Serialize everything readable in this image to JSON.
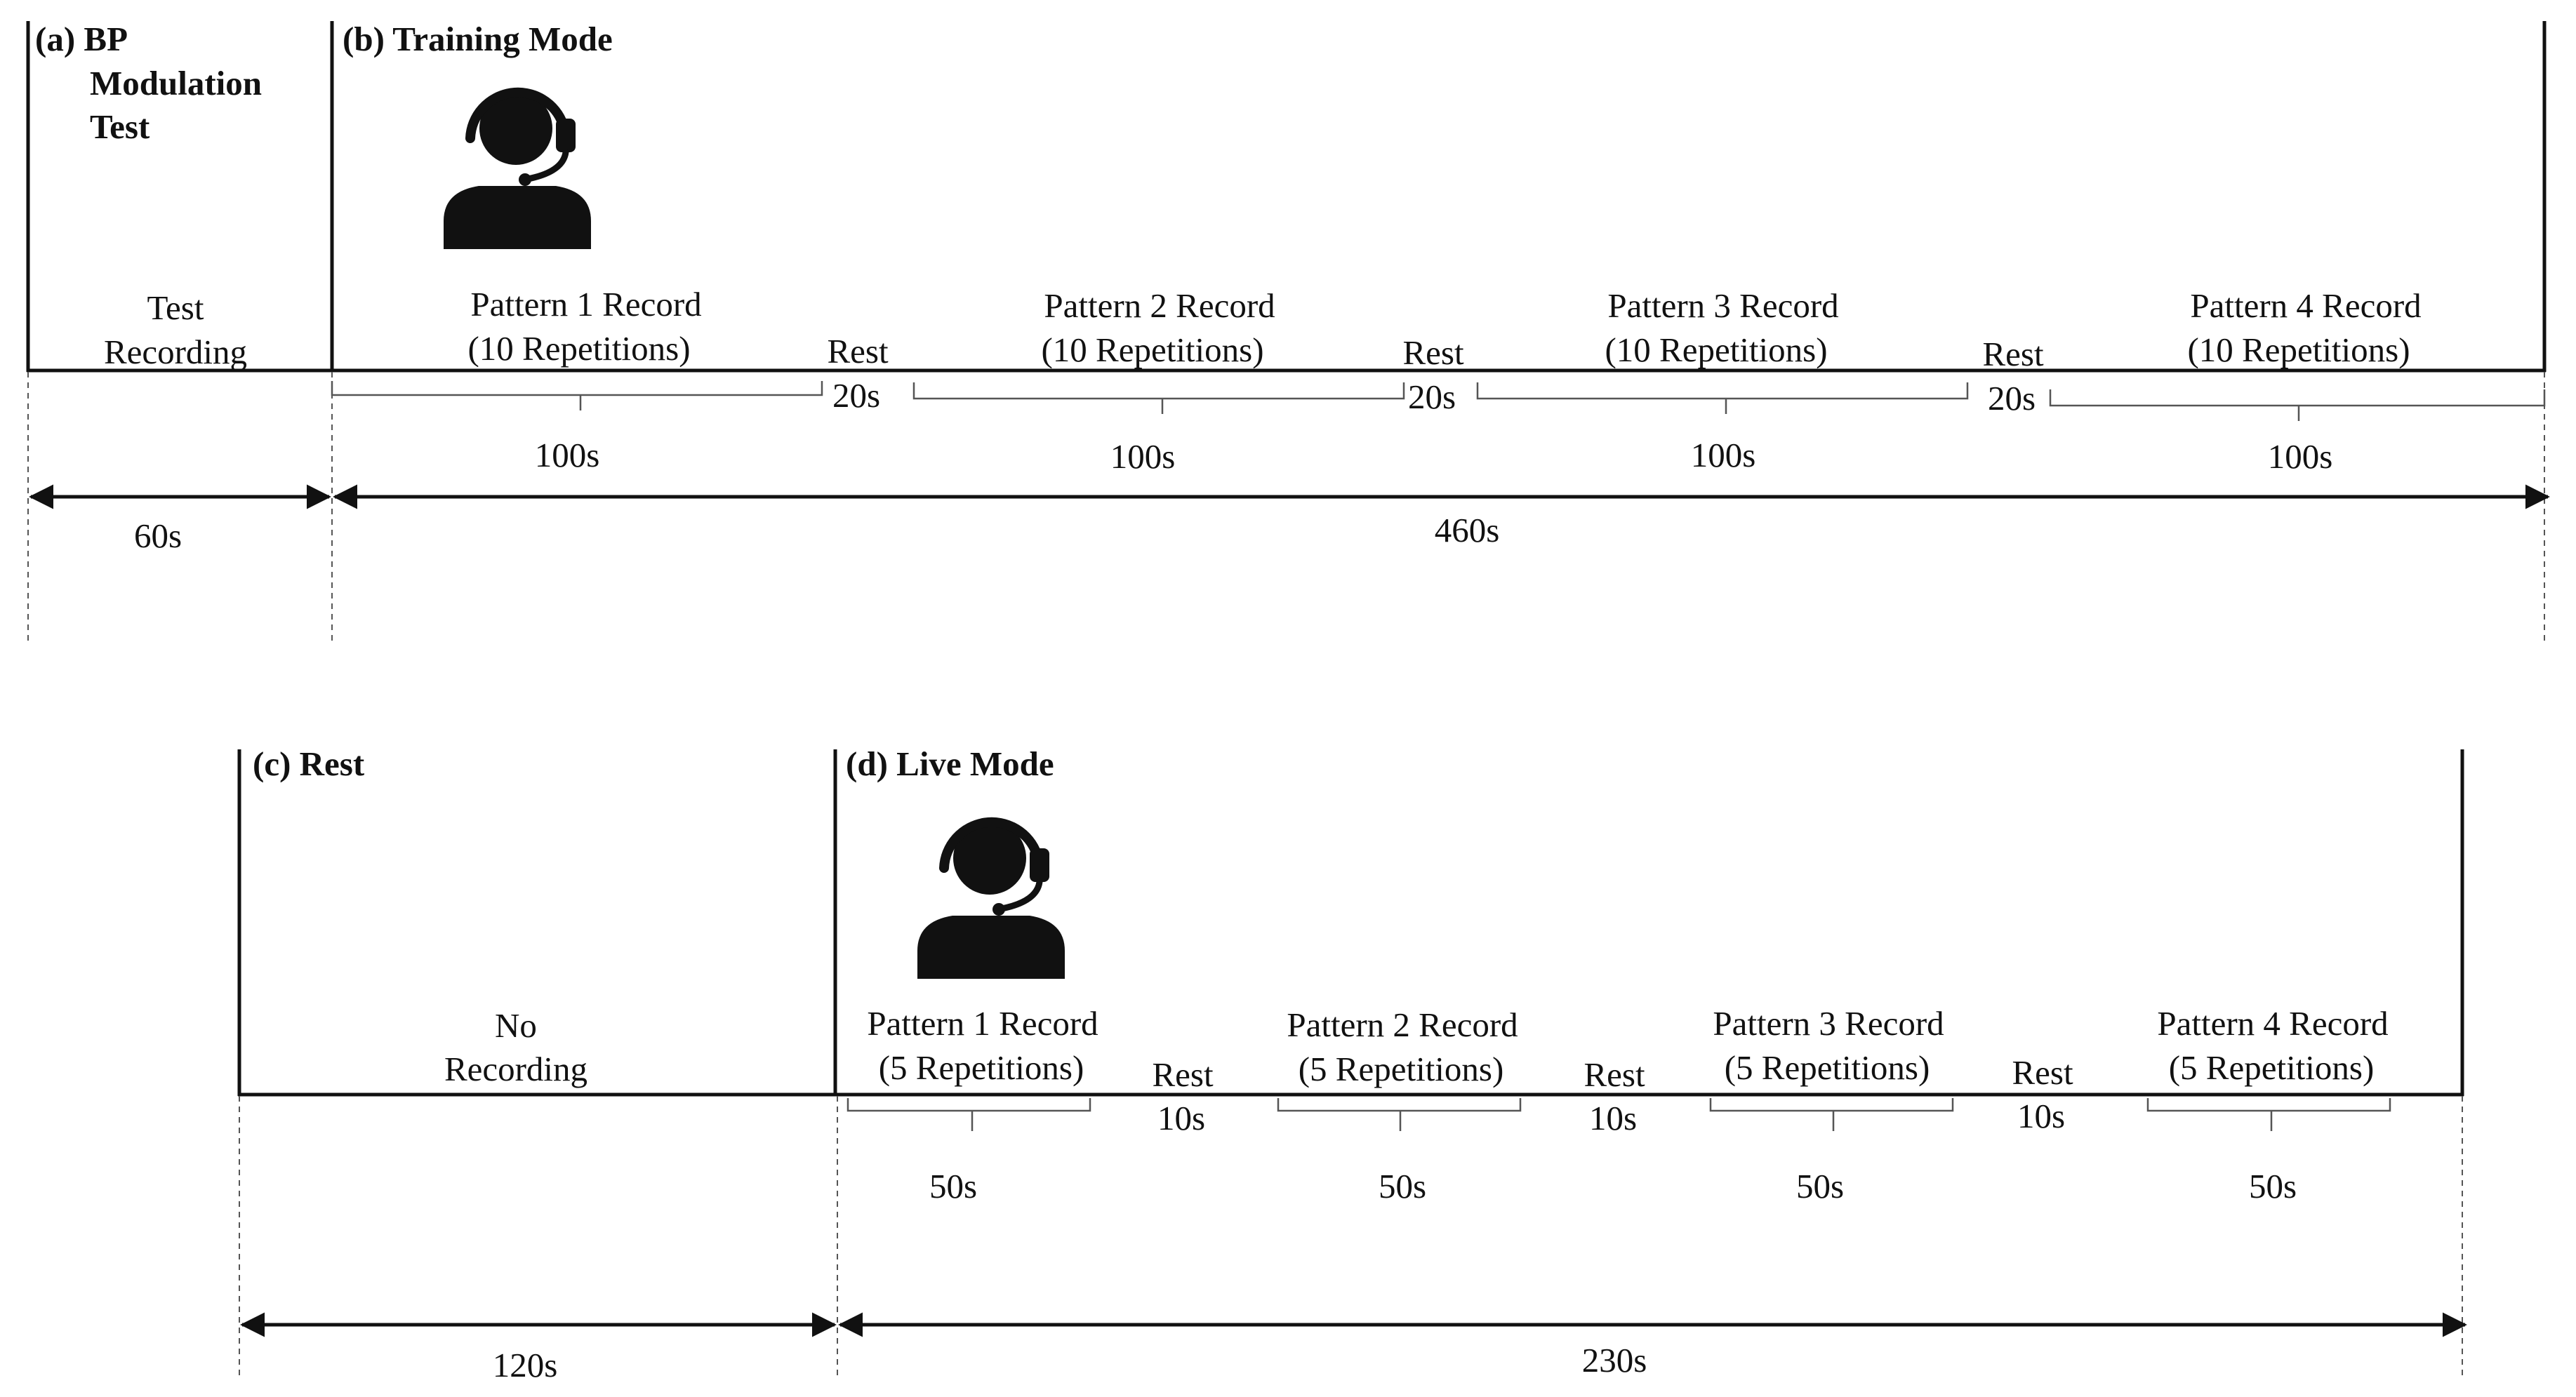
{
  "top": {
    "panel_a": {
      "heading_lines": [
        "(a) BP",
        "Modulation",
        "Test"
      ],
      "label_lines": [
        "Test",
        "Recording"
      ],
      "duration": "60s"
    },
    "panel_b": {
      "heading": "(b) Training Mode",
      "icon": "support-agent-headset-icon",
      "patterns": [
        {
          "lines": [
            "Pattern 1 Record",
            "(10 Repetitions)"
          ],
          "duration": "100s"
        },
        {
          "lines": [
            "Pattern 2 Record",
            "(10 Repetitions)"
          ],
          "duration": "100s"
        },
        {
          "lines": [
            "Pattern 3 Record",
            "(10 Repetitions)"
          ],
          "duration": "100s"
        },
        {
          "lines": [
            "Pattern 4 Record",
            "(10 Repetitions)"
          ],
          "duration": "100s"
        }
      ],
      "rests": [
        {
          "label": "Rest",
          "duration": "20s"
        },
        {
          "label": "Rest",
          "duration": "20s"
        },
        {
          "label": "Rest",
          "duration": "20s"
        }
      ],
      "duration": "460s"
    }
  },
  "bottom": {
    "panel_c": {
      "heading": "(c) Rest",
      "label_lines": [
        "No",
        "Recording"
      ],
      "duration": "120s"
    },
    "panel_d": {
      "heading": "(d) Live Mode",
      "icon": "support-agent-headset-icon",
      "patterns": [
        {
          "lines": [
            "Pattern 1 Record",
            "(5 Repetitions)"
          ],
          "duration": "50s"
        },
        {
          "lines": [
            "Pattern 2 Record",
            "(5 Repetitions)"
          ],
          "duration": "50s"
        },
        {
          "lines": [
            "Pattern 3 Record",
            "(5 Repetitions)"
          ],
          "duration": "50s"
        },
        {
          "lines": [
            "Pattern 4 Record",
            "(5 Repetitions)"
          ],
          "duration": "50s"
        }
      ],
      "rests": [
        {
          "label": "Rest",
          "duration": "10s"
        },
        {
          "label": "Rest",
          "duration": "10s"
        },
        {
          "label": "Rest",
          "duration": "10s"
        }
      ],
      "duration": "230s"
    }
  }
}
